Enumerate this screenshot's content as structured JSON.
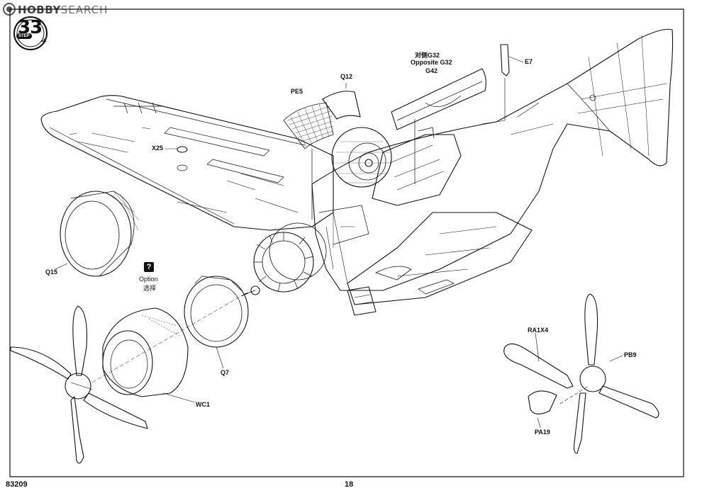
{
  "watermark": {
    "brand": "HOBBY",
    "suffix": "SEARCH"
  },
  "step": {
    "number": "33",
    "label": "STEP"
  },
  "parts": {
    "pe5": "PE5",
    "q12": "Q12",
    "g32_cn": "对侧G32",
    "g32_en": "Opposite G32",
    "g42": "G42",
    "e7": "E7",
    "x25": "X25",
    "q15": "Q15",
    "option_en": "Option",
    "option_cn": "选择",
    "q7": "Q7",
    "wc1": "WC1",
    "ra1x4": "RA1X4",
    "pb9": "PB9",
    "pa19": "PA19"
  },
  "option_icon": "question-mark-icon",
  "footer": {
    "code": "83209",
    "page": "18"
  }
}
